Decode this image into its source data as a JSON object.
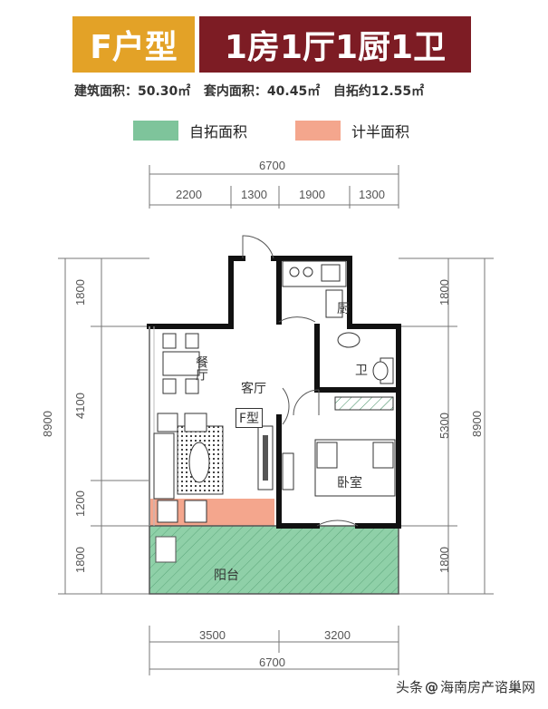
{
  "header": {
    "type_label": "F户型",
    "layout_label": "1房1厅1厨1卫"
  },
  "areas": {
    "building_area": "建筑面积：50.30㎡",
    "inner_area": "套内面积：40.45㎡",
    "extended_area": "自拓约12.55㎡"
  },
  "legend": {
    "extended_label": "自拓面积",
    "extended_color": "#7ec49b",
    "half_label": "计半面积",
    "half_color": "#f4a68d"
  },
  "dimensions": {
    "top_total": "6700",
    "top_segments": [
      "2200",
      "1300",
      "1900",
      "1300"
    ],
    "bottom_segments": [
      "3500",
      "3200"
    ],
    "bottom_total": "6700",
    "left_segments": [
      "1800",
      "4100",
      "1200",
      "1800"
    ],
    "left_total": "8900",
    "right_segments": [
      "1800",
      "5300",
      "1800"
    ],
    "right_total": "8900"
  },
  "rooms": {
    "kitchen": "厨",
    "bathroom": "卫",
    "dining": "餐厅",
    "living": "客厅",
    "type_mark": "F型",
    "bedroom": "卧室",
    "balcony": "阳台"
  },
  "watermark": {
    "prefix": "头条",
    "at": "@",
    "account": "海南房产谘巢网"
  }
}
